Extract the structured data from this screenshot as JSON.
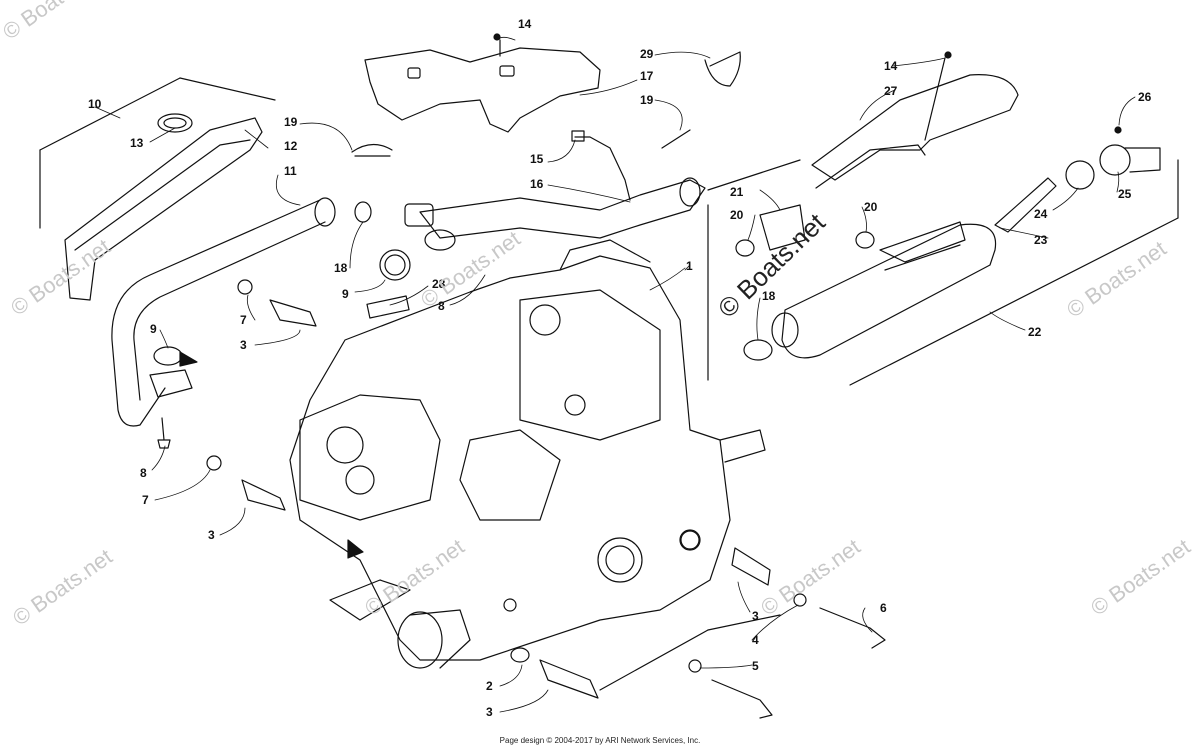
{
  "watermark": {
    "center_text": "© Boats.net",
    "repeat_text": "© Boats.net"
  },
  "footer_text": "Page design © 2004-2017 by ARI Network Services, Inc.",
  "callouts": [
    "1",
    "2",
    "3",
    "3",
    "3",
    "3",
    "4",
    "5",
    "6",
    "7",
    "7",
    "8",
    "8",
    "9",
    "9",
    "10",
    "11",
    "12",
    "13",
    "14",
    "14",
    "15",
    "16",
    "17",
    "18",
    "18",
    "19",
    "19",
    "20",
    "20",
    "21",
    "22",
    "23",
    "24",
    "25",
    "26",
    "27",
    "28",
    "29"
  ],
  "colors": {
    "line": "#111111",
    "watermark": "#c8c8c8"
  }
}
